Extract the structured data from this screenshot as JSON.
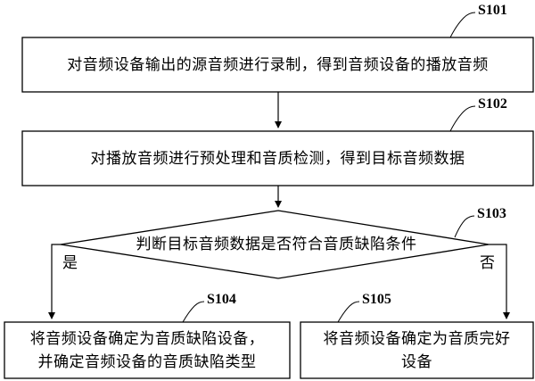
{
  "steps": {
    "s101": {
      "label": "S101",
      "text": "对音频设备输出的源音频进行录制，得到音频设备的播放音频"
    },
    "s102": {
      "label": "S102",
      "text": "对播放音频进行预处理和音质检测，得到目标音频数据"
    },
    "s103": {
      "label": "S103",
      "text": "判断目标音频数据是否符合音质缺陷条件"
    },
    "s104": {
      "label": "S104",
      "line1": "将音频设备确定为音质缺陷设备，",
      "line2": "并确定音频设备的音质缺陷类型"
    },
    "s105": {
      "label": "S105",
      "line1": "将音频设备确定为音质完好",
      "line2": "设备"
    }
  },
  "branches": {
    "yes": "是",
    "no": "否"
  }
}
